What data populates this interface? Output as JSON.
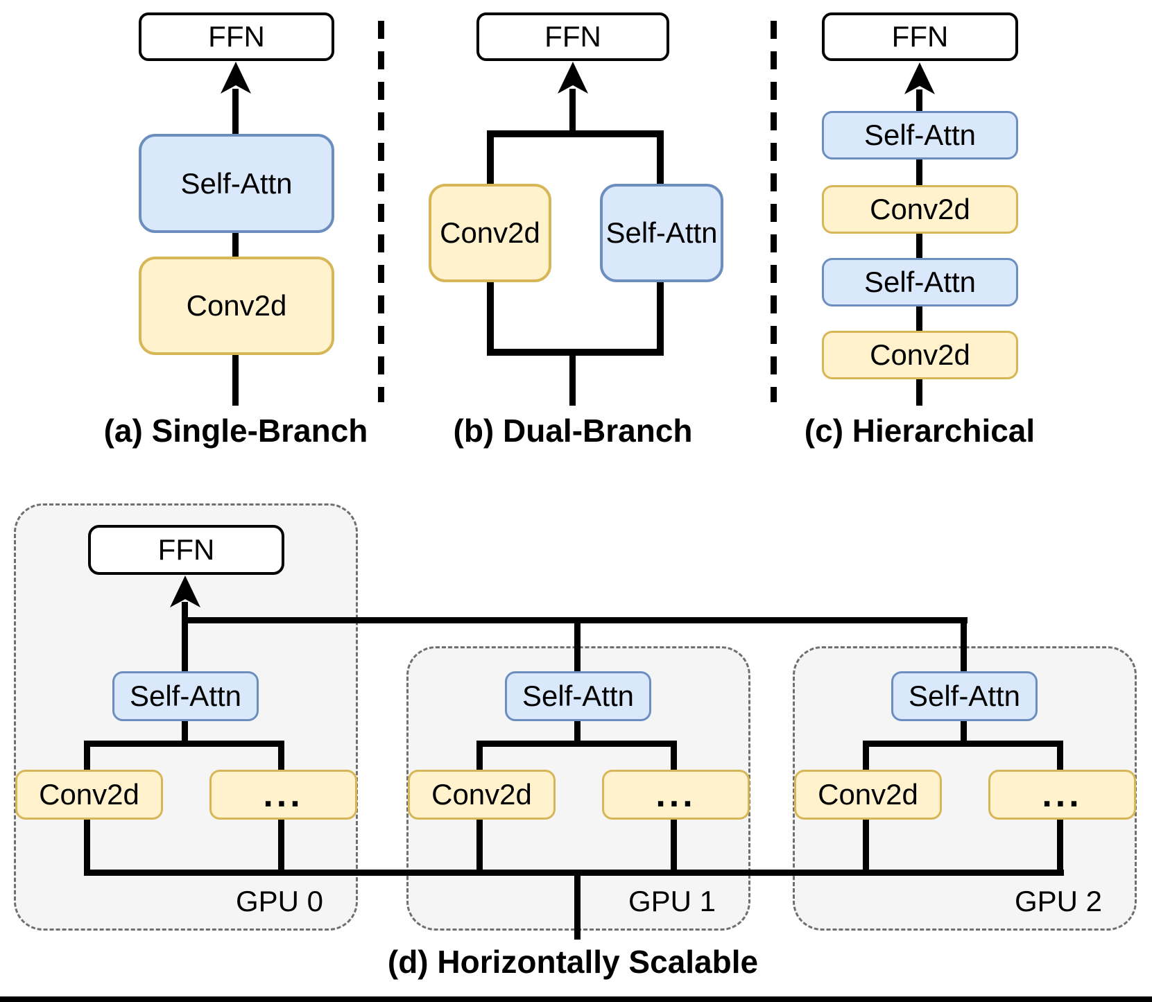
{
  "figure": {
    "panel_a": {
      "caption": "(a) Single-Branch",
      "ffn": "FFN",
      "self_attn": "Self-Attn",
      "conv": "Conv2d"
    },
    "panel_b": {
      "caption": "(b) Dual-Branch",
      "ffn": "FFN",
      "conv": "Conv2d",
      "self_attn": "Self-Attn"
    },
    "panel_c": {
      "caption": "(c) Hierarchical",
      "ffn": "FFN",
      "layers": [
        "Self-Attn",
        "Conv2d",
        "Self-Attn",
        "Conv2d"
      ]
    },
    "panel_d": {
      "caption": "(d) Horizontally Scalable",
      "ffn": "FFN",
      "gpus": [
        {
          "label": "GPU 0",
          "self_attn": "Self-Attn",
          "conv": "Conv2d",
          "ellipsis": "..."
        },
        {
          "label": "GPU 1",
          "self_attn": "Self-Attn",
          "conv": "Conv2d",
          "ellipsis": "..."
        },
        {
          "label": "GPU 2",
          "self_attn": "Self-Attn",
          "conv": "Conv2d",
          "ellipsis": "..."
        }
      ]
    }
  },
  "colors": {
    "attn_fill": "#dae8fc",
    "attn_border": "#6c8ebf",
    "conv_fill": "#fff2cc",
    "conv_border": "#d6b656",
    "ffn_fill": "#ffffff",
    "gpu_fill": "#f5f5f5",
    "gpu_border": "#6f6f6f",
    "line": "#000000"
  }
}
